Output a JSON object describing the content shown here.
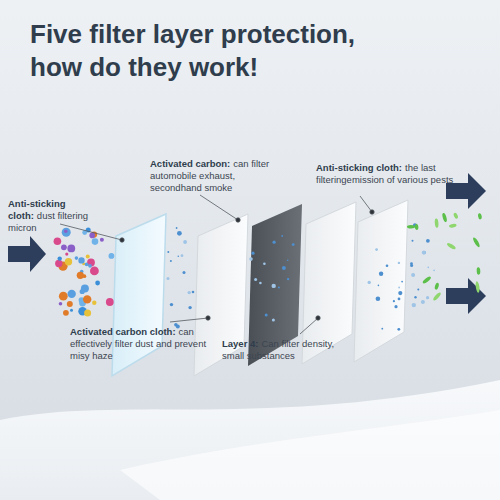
{
  "diagram": {
    "title": "Five filter layer protection, how do they work!",
    "labels": [
      "Anti-sticking cloth:",
      "dust filtering micron",
      "Activated carbon:",
      "can filter automobile exhaust, secondhand smoke",
      "Anti-sticking cloth:",
      "the last filteringemission of various pests",
      "Activated carbon cloth:",
      "can effectively filter dust and prevent misy haze",
      "Layer 4:",
      "Can filter density, small substances"
    ]
  }
}
